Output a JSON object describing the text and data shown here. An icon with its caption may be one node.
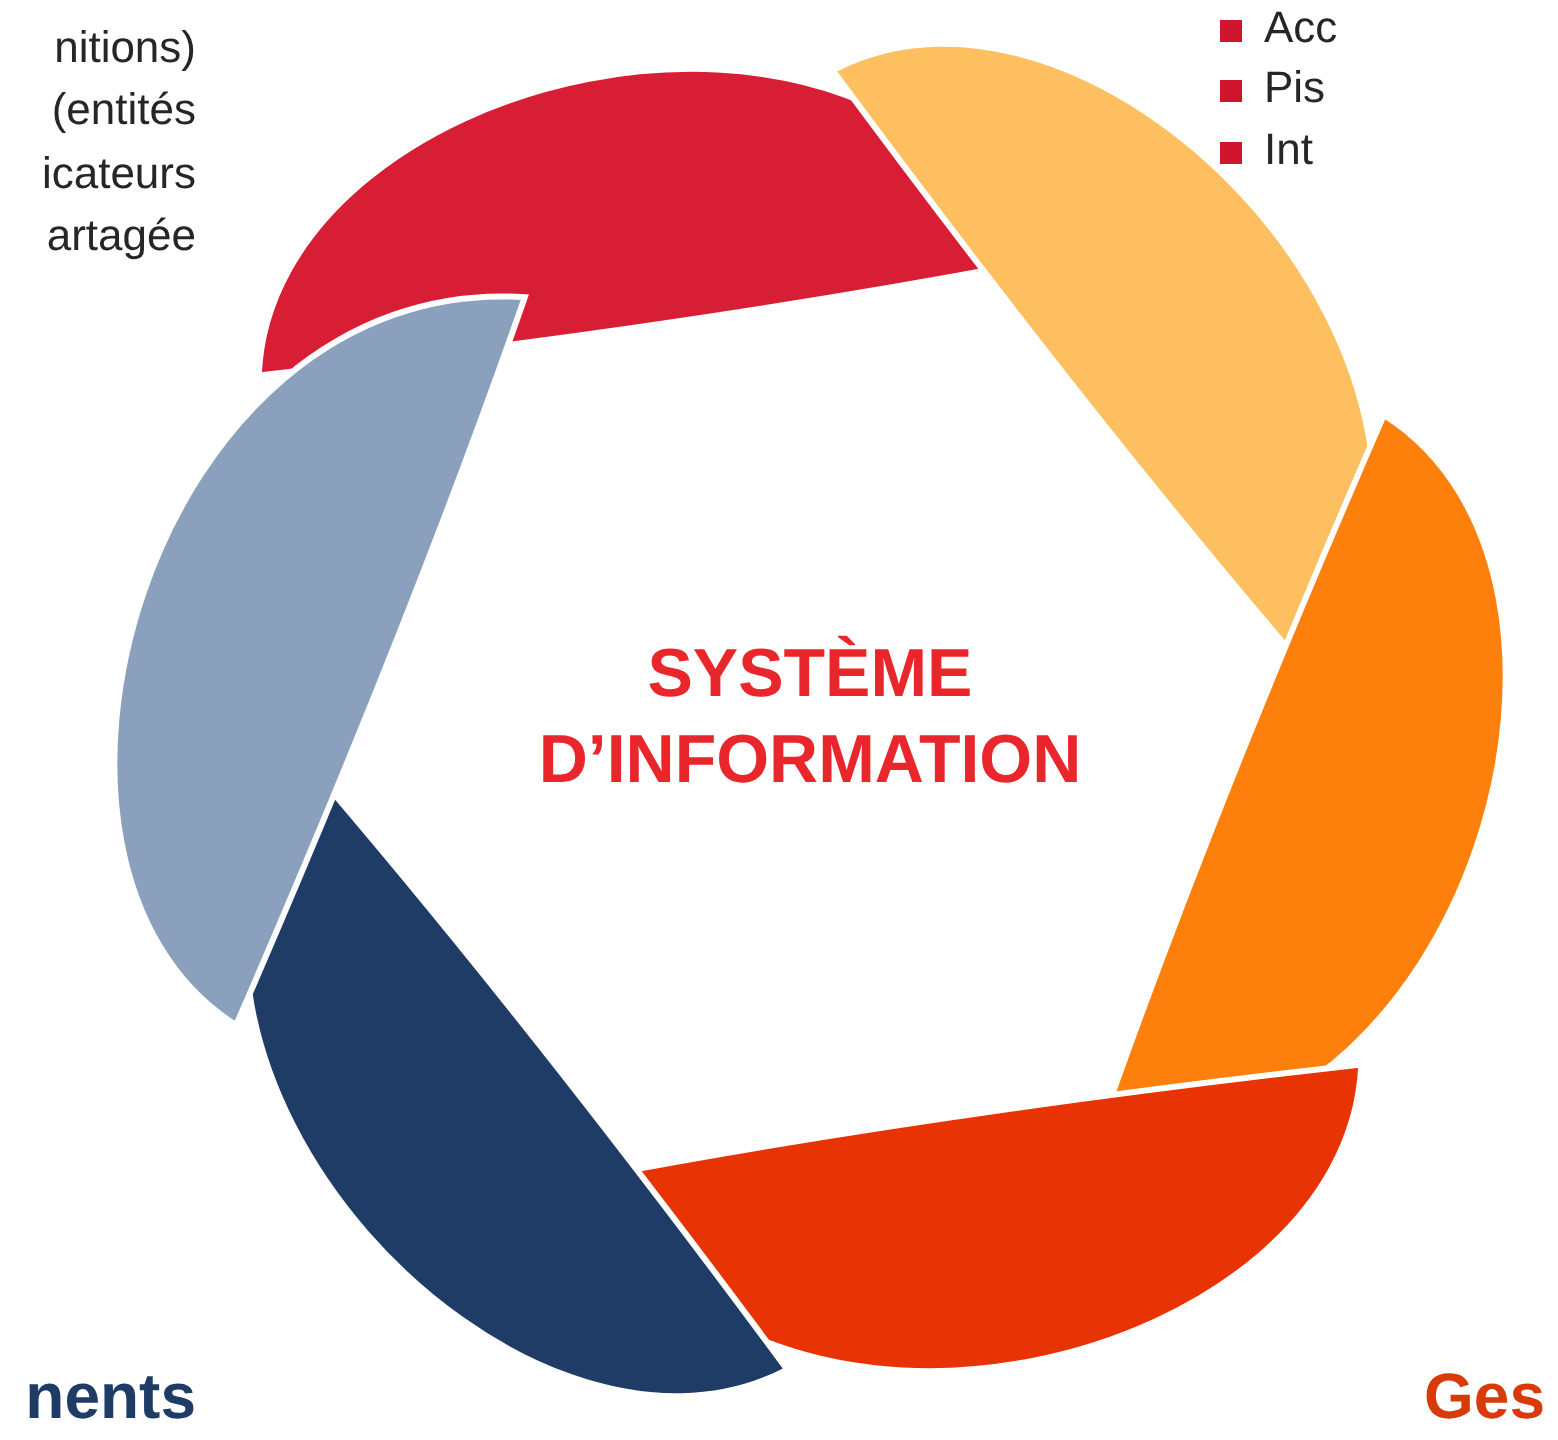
{
  "diagram": {
    "labels": [
      "nitions)",
      "(entités",
      "icateurs",
      "artagée",
      "Acc",
      "Pis",
      "Int",
      "SYSTÈME D’INFORMATION",
      "nents",
      "Ges"
    ]
  }
}
